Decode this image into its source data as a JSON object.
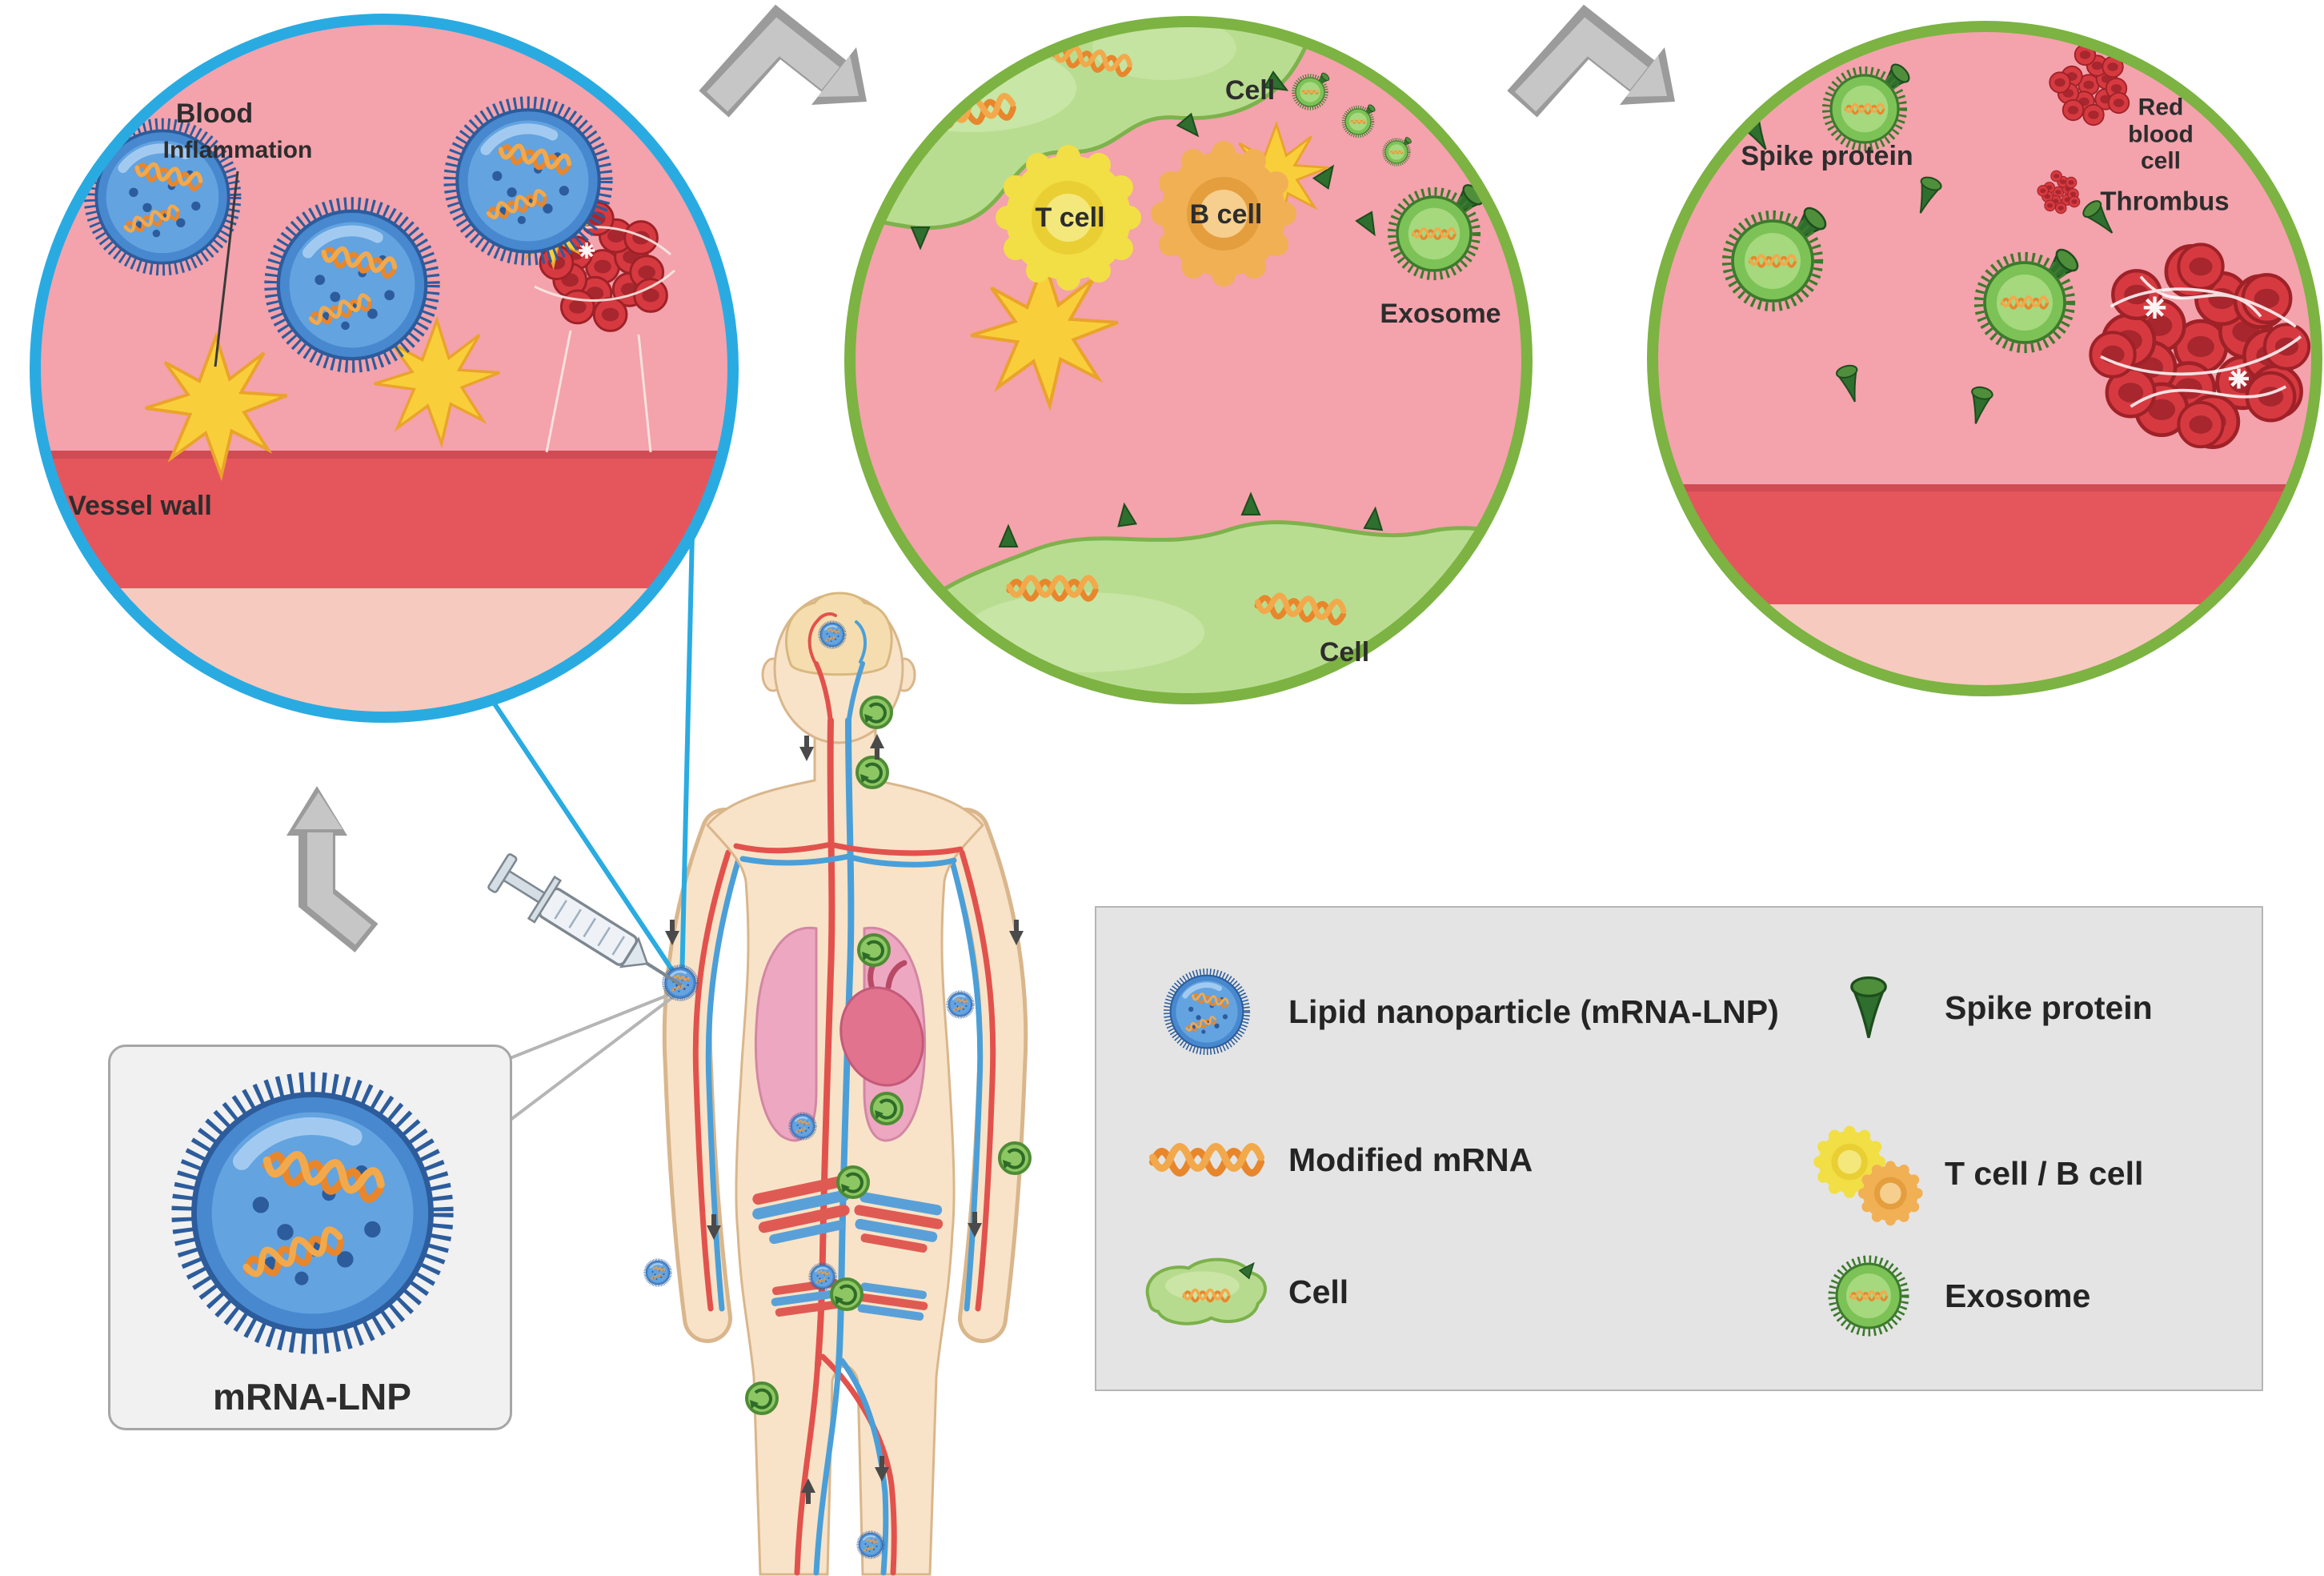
{
  "figure": {
    "panels": {
      "vessel": {
        "blood_label": "Blood",
        "inflammation_label": "Inflammation",
        "vessel_wall_label": "Vessel wall"
      },
      "cells": {
        "cell_top_label": "Cell",
        "t_cell_label": "T cell",
        "b_cell_label": "B cell",
        "exosome_label": "Exosome",
        "cell_bottom_label": "Cell"
      },
      "thrombus": {
        "spike_protein_label": "Spike protein",
        "red_blood_cell_label": "Red blood cell",
        "thrombus_label": "Thrombus"
      }
    },
    "inset": {
      "label": "mRNA-LNP"
    },
    "legend": {
      "items": [
        {
          "icon": "lnp-icon",
          "label": "Lipid nanoparticle (mRNA-LNP)"
        },
        {
          "icon": "mrna-icon",
          "label": "Modified mRNA"
        },
        {
          "icon": "cell-icon",
          "label": "Cell"
        },
        {
          "icon": "spike-protein-icon",
          "label": "Spike protein"
        },
        {
          "icon": "tcell-bcell-icon",
          "label": "T cell / B cell"
        },
        {
          "icon": "exosome-icon",
          "label": "Exosome"
        }
      ]
    },
    "icons": [
      "syringe-icon",
      "bent-arrow-icon",
      "up-arrow-icon",
      "flow-arrow-icon",
      "human-body-icon",
      "callout-lines"
    ],
    "colors": {
      "panel_border_blue": "#29abe2",
      "panel_border_green": "#7cb342",
      "blood_pink": "#f4a2ac",
      "vessel_wall_red": "#e4565c",
      "vessel_wall_lower_pink": "#f6cabe",
      "lnp_blue": "#4788cf",
      "lnp_dark_blue": "#2c5c9c",
      "inflammation_yellow": "#f8cf3a",
      "cell_green": "#b9dd90",
      "cell_green_border": "#7db24c",
      "t_cell_yellow": "#f1df45",
      "b_cell_orange": "#f2b055",
      "exosome_green": "#7cc256",
      "spike_dark_green": "#2e6e2e",
      "rbc_red": "#d63a40",
      "mrna_orange": "#e8862c",
      "arrow_gray": "#c6c6c6",
      "legend_bg": "#e4e4e4",
      "skin": "#f8e3c8"
    }
  }
}
